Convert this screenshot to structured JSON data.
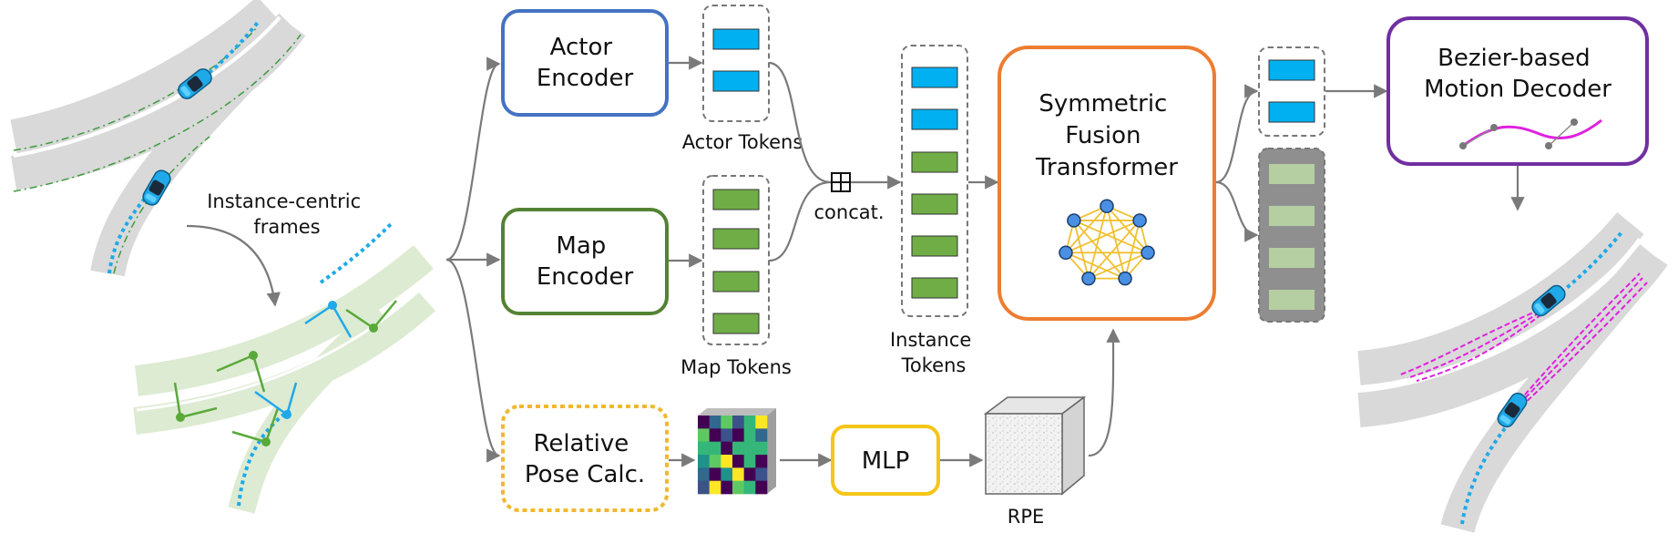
{
  "labels": {
    "instance_frames": [
      "Instance-centric",
      "frames"
    ],
    "actor_encoder": [
      "Actor",
      "Encoder"
    ],
    "map_encoder": [
      "Map",
      "Encoder"
    ],
    "relative_pose": [
      "Relative",
      "Pose Calc."
    ],
    "actor_tokens": "Actor Tokens",
    "map_tokens": "Map Tokens",
    "concat": "concat.",
    "instance_tokens": [
      "Instance",
      "Tokens"
    ],
    "mlp": "MLP",
    "rpe": "RPE",
    "fusion": [
      "Symmetric",
      "Fusion",
      "Transformer"
    ],
    "decoder": [
      "Bezier-based",
      "Motion Decoder"
    ]
  },
  "colors": {
    "actor": "#4472c4",
    "map": "#548235",
    "pose": "#f0b82d",
    "mlp": "#f5c518",
    "fusion": "#ed7d31",
    "decoder": "#7030a0",
    "actor_token": "#00b0f0",
    "map_token": "#70ad47",
    "arrow": "#7a7a7a",
    "graph_node": "#4a90e2",
    "graph_edge": "#f0c030",
    "trajectory": "#e020e0"
  },
  "icons": {
    "concat": "concat-plus-box-icon",
    "car": "car-icon",
    "fusion_graph": "complete-graph-icon",
    "matrix": "relative-pose-matrix-icon",
    "rpe_cube": "rpe-cube-icon"
  }
}
